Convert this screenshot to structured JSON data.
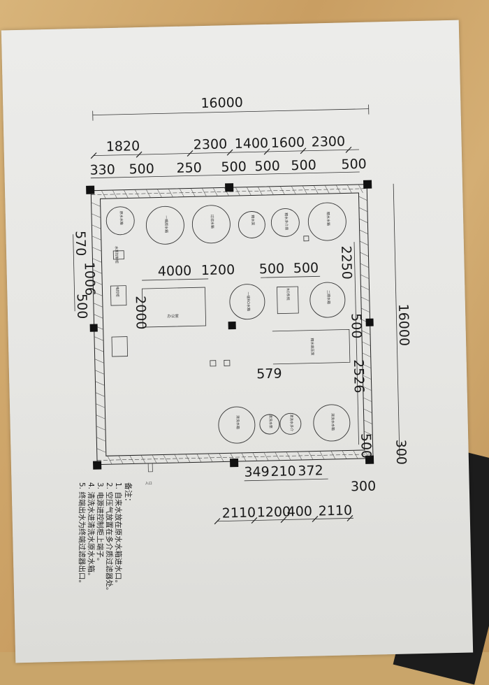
{
  "dimensions": {
    "overall_top": "16000",
    "overall_right": "16000",
    "top_row1": [
      "1820",
      "2300",
      "1400",
      "1600",
      "2300"
    ],
    "top_row2": [
      "330",
      "500",
      "250",
      "500",
      "500",
      "500",
      "500"
    ],
    "left_col": [
      "570",
      "1006",
      "500"
    ],
    "inner_room": [
      "4000",
      "1200",
      "2000"
    ],
    "inner_mid": [
      "500",
      "500"
    ],
    "right_mid": [
      "2250",
      "500",
      "2526",
      "500",
      "300"
    ],
    "center_579": "579",
    "bottom_row1": [
      "349",
      "210",
      "372"
    ],
    "bottom_300": "300",
    "bottom_row2": [
      "2110",
      "1200",
      "400",
      "2110"
    ]
  },
  "equipment_labels": [
    "原水水箱",
    "一期原水箱",
    "过滤水箱",
    "精水泵",
    "精水多介质",
    "精水水箱",
    "水泵控制柜",
    "一级RO水箱",
    "二期水箱",
    "RO系统",
    "电控柜",
    "精水高压泵",
    "清洗水箱",
    "清洗水泵",
    "清洗水多介",
    "清洗水水箱"
  ],
  "room_label": "办公室",
  "door_label": "入口",
  "notes": {
    "title": "备注：",
    "items": [
      "1. 自来水放在原水水箱进水口。",
      "2. 空压气放置在多介质过滤器处。",
      "3. 电源进控制柜上端子。",
      "4. 清洗水进清洗水原水水箱。",
      "5. 终端出水为终端过滤器出口。"
    ]
  },
  "colors": {
    "line": "#222222",
    "column": "#111111",
    "paper": "#e8e8e5",
    "desk": "#c99e62"
  }
}
